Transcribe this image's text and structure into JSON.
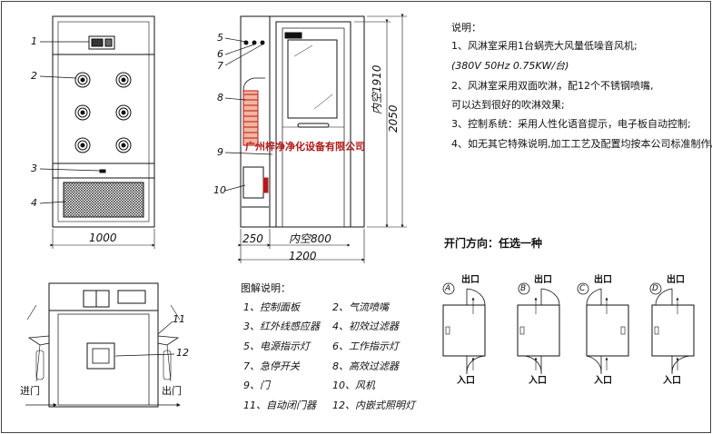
{
  "notes": {
    "heading": "说明：",
    "line1": "1、风淋室采用1台蜗壳大风量低噪音风机;",
    "line1b": "(380V  50Hz  0.75KW/台)",
    "line2": "2、风淋室采用双面吹淋，配12个不锈钢喷嘴,",
    "line2b": "可以达到很好的吹淋效果;",
    "line3": "3、控制系统：采用人性化语音提示，电子板自动控制;",
    "line4": "4、如无其它特殊说明,加工工艺及配置均按本公司标准制作。"
  },
  "legend": {
    "title": "图解说明：",
    "items": [
      "1、控制面板",
      "2、气流喷嘴",
      "3、红外线感应器",
      "4、初效过滤器",
      "5、电源指示灯",
      "6、工作指示灯",
      "7、急停开关",
      "8、高效过滤器",
      "9、门",
      "10、风机",
      "11、自动闭门器",
      "12、内嵌式照明灯"
    ]
  },
  "door_section": {
    "title": "开门方向：任选一种",
    "variants": [
      {
        "letter": "A",
        "exit": "出口",
        "entry": "入口"
      },
      {
        "letter": "B",
        "exit": "出口",
        "entry": "入口"
      },
      {
        "letter": "C",
        "exit": "出口",
        "entry": "入口"
      },
      {
        "letter": "D",
        "exit": "出口",
        "entry": "入口"
      }
    ]
  },
  "dimensions": {
    "front_width": "1000",
    "side_total_width": "1200",
    "side_left": "250",
    "side_inner": "内空800",
    "height_total": "2050",
    "height_inner": "内空1910"
  },
  "callouts": {
    "c1": "1",
    "c2": "2",
    "c3": "3",
    "c4": "4",
    "c5": "5",
    "c6": "6",
    "c7": "7",
    "c8": "8",
    "c9": "9",
    "c10": "10",
    "c11": "11",
    "c12": "12"
  },
  "top_view": {
    "entry": "进门",
    "exit": "出门"
  },
  "company": "广州梓净净化设备有限公司"
}
